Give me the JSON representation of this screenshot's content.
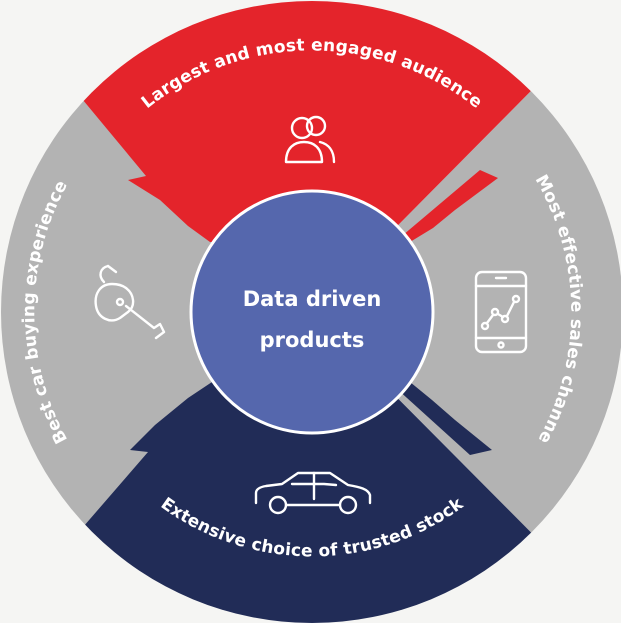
{
  "center": {
    "line1": "Data driven",
    "line2": "products"
  },
  "segments": {
    "top": {
      "label": "Largest and most engaged audience",
      "icon": "users-icon"
    },
    "right": {
      "label": "Most effective sales channel",
      "icon": "phone-chart-icon"
    },
    "bottom": {
      "label": "Extensive choice of trusted stock",
      "icon": "car-icon"
    },
    "left": {
      "label": "Best car buying experience",
      "icon": "car-key-icon"
    }
  },
  "colors": {
    "top": "#e4242b",
    "right": "#b3b3b3",
    "bottom": "#212c57",
    "left": "#b3b3b3",
    "center": "#5567ad",
    "background": "#f5f5f3"
  }
}
